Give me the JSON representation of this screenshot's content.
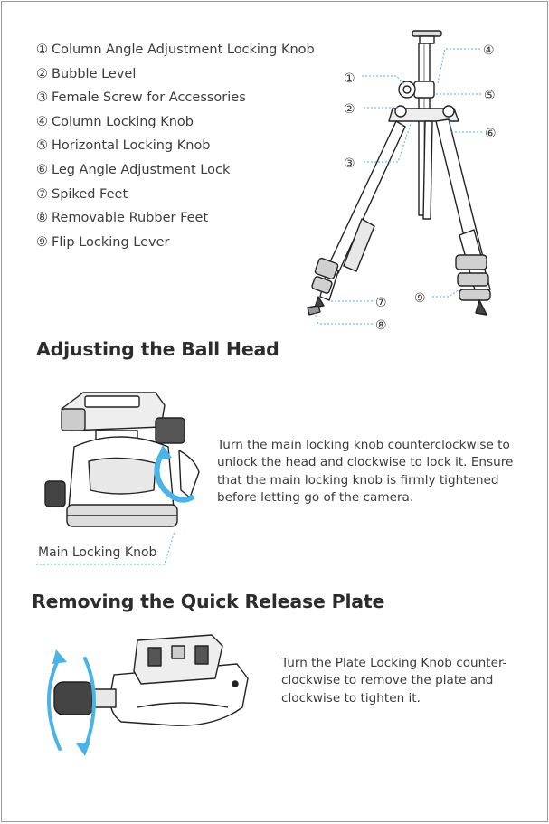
{
  "parts": [
    {
      "num": "①",
      "label": "Column Angle Adjustment Locking Knob"
    },
    {
      "num": "②",
      "label": "Bubble Level"
    },
    {
      "num": "③",
      "label": "Female Screw for Accessories"
    },
    {
      "num": "④",
      "label": "Column Locking Knob"
    },
    {
      "num": "⑤",
      "label": "Horizontal Locking Knob"
    },
    {
      "num": "⑥",
      "label": "Leg Angle Adjustment Lock"
    },
    {
      "num": "⑦",
      "label": "Spiked Feet"
    },
    {
      "num": "⑧",
      "label": "Removable Rubber Feet"
    },
    {
      "num": "⑨",
      "label": "Flip Locking Lever"
    }
  ],
  "callouts": {
    "c1": "①",
    "c2": "②",
    "c3": "③",
    "c4": "④",
    "c5": "⑤",
    "c6": "⑥",
    "c7": "⑦",
    "c8": "⑧",
    "c9": "⑨"
  },
  "ball_head": {
    "heading": "Adjusting the Ball Head",
    "text": "Turn the main locking knob counterclockwise to unlock the head and clockwise to lock it. Ensure that the main locking knob is firmly tightened before letting go of the camera.",
    "caption": "Main Locking Knob"
  },
  "quick_release": {
    "heading": "Removing the Quick Release Plate",
    "text": "Turn the Plate Locking Knob counter-clockwise to remove the plate and clockwise to tighten it."
  },
  "colors": {
    "accent": "#4ab4e6",
    "line_art": "#222222",
    "text": "#3c3c3c"
  }
}
